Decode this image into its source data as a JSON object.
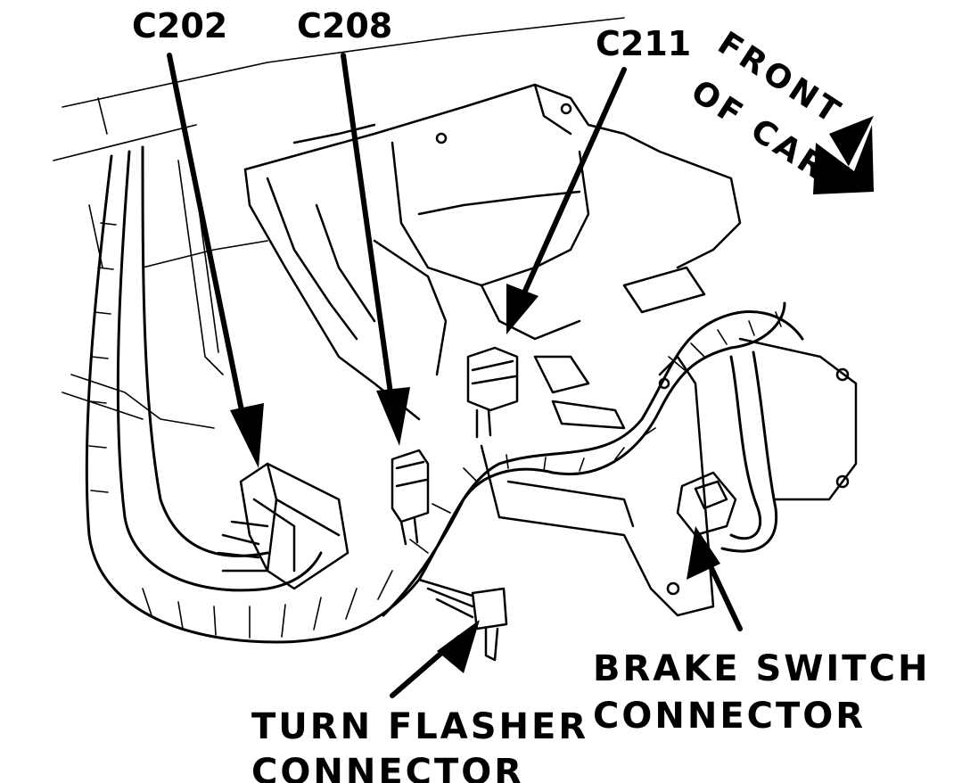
{
  "labels": {
    "c202": "C202",
    "c208": "C208",
    "c211": "C211",
    "front_line1": "FRONT",
    "front_line2": "OF CAR",
    "brake_line1": "BRAKE SWITCH",
    "brake_line2": "CONNECTOR",
    "turn_line1": "TURN FLASHER",
    "turn_line2": "CONNECTOR"
  },
  "colors": {
    "ink": "#000000",
    "paper": "#ffffff"
  }
}
